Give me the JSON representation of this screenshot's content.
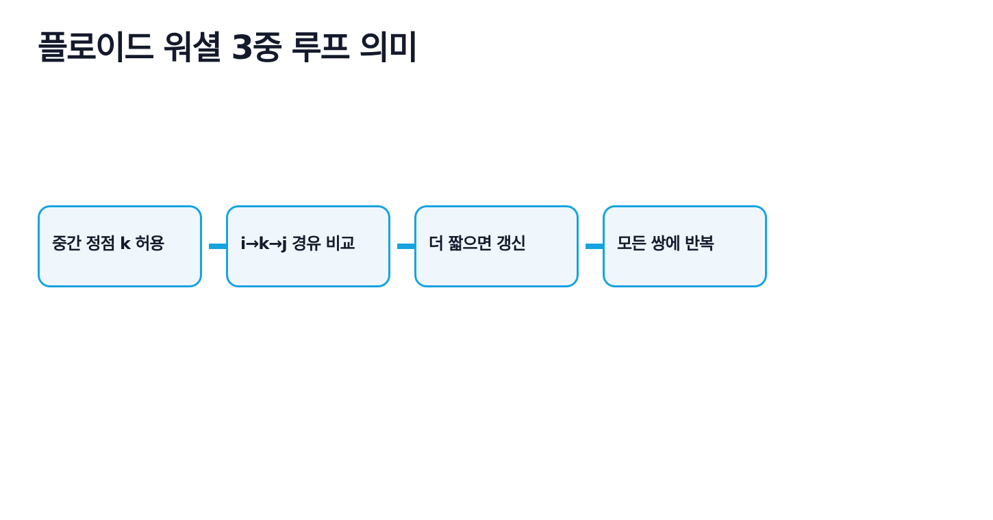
{
  "title": "플로이드 워셜 3중 루프 의미",
  "steps": [
    {
      "label": "중간 정점 k 허용"
    },
    {
      "label": "i→k→j 경유 비교"
    },
    {
      "label": "더 짧으면 갱신"
    },
    {
      "label": "모든 쌍에 반복"
    }
  ],
  "colors": {
    "accent": "#16a3e0",
    "box_fill": "#eff7fd",
    "text": "#141a2b",
    "background": "#ffffff"
  }
}
